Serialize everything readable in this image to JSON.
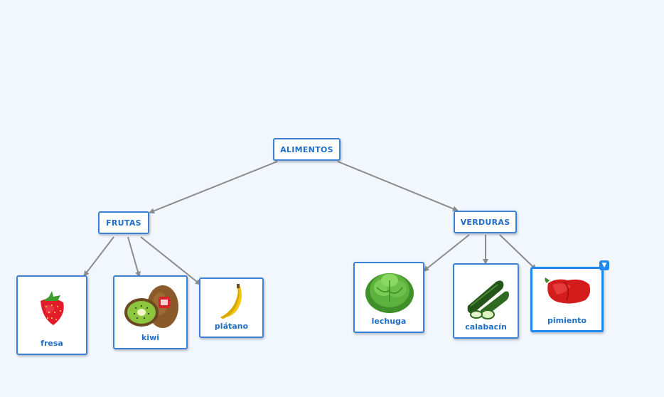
{
  "map": {
    "root": {
      "label": "ALIMENTOS"
    },
    "branches": {
      "frutas": {
        "label": "FRUTAS"
      },
      "verduras": {
        "label": "VERDURAS"
      }
    },
    "leaves": {
      "fresa": {
        "label": "fresa",
        "icon": "strawberry-icon"
      },
      "kiwi": {
        "label": "kiwi",
        "icon": "kiwi-icon"
      },
      "platano": {
        "label": "plátano",
        "icon": "banana-icon"
      },
      "lechuga": {
        "label": "lechuga",
        "icon": "lettuce-icon"
      },
      "calabacin": {
        "label": "calabacín",
        "icon": "zucchini-icon"
      },
      "pimiento": {
        "label": "pimiento",
        "icon": "pepper-icon"
      }
    },
    "selected_node": "pimiento"
  },
  "colors": {
    "background": "#f2f6fd",
    "node_border": "#3b82d6",
    "node_text": "#1f6fc6",
    "connector": "#8c8c8c",
    "selection": "#1e8af0"
  }
}
